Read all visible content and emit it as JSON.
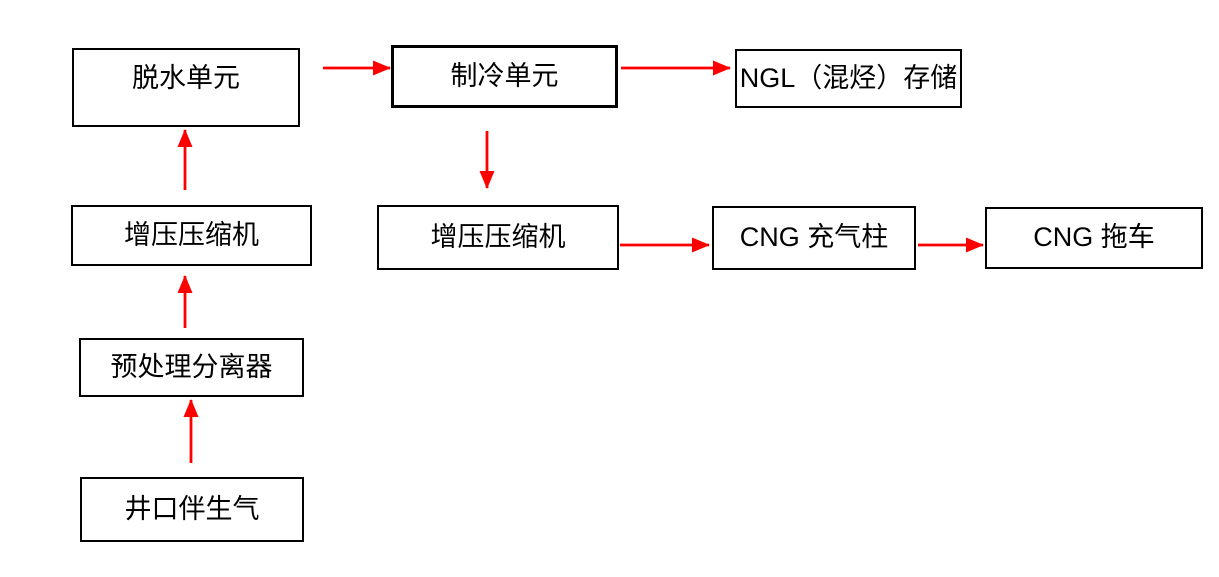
{
  "diagram": {
    "background_color": "#FFFFFF",
    "box_border_color": "#000000",
    "box_fill_color": "#FFFFFF",
    "text_color": "#000000",
    "arrow_color": "#FF0000",
    "nodes": [
      {
        "id": "wellhead-gas",
        "label": "井口伴生气"
      },
      {
        "id": "pretreatment-separator",
        "label": "预处理分离器"
      },
      {
        "id": "booster-compressor-1",
        "label": "增压压缩机"
      },
      {
        "id": "dehydration-unit",
        "label": "脱水单元"
      },
      {
        "id": "refrigeration-unit",
        "label": "制冷单元"
      },
      {
        "id": "ngl-storage",
        "label": "NGL（混烃）存储"
      },
      {
        "id": "booster-compressor-2",
        "label": "增压压缩机"
      },
      {
        "id": "cng-filling-column",
        "label": "CNG 充气柱"
      },
      {
        "id": "cng-trailer",
        "label": "CNG 拖车"
      }
    ],
    "edges": [
      {
        "from": "wellhead-gas",
        "to": "pretreatment-separator",
        "direction": "up"
      },
      {
        "from": "pretreatment-separator",
        "to": "booster-compressor-1",
        "direction": "up"
      },
      {
        "from": "booster-compressor-1",
        "to": "dehydration-unit",
        "direction": "up"
      },
      {
        "from": "dehydration-unit",
        "to": "refrigeration-unit",
        "direction": "right"
      },
      {
        "from": "refrigeration-unit",
        "to": "ngl-storage",
        "direction": "right"
      },
      {
        "from": "refrigeration-unit",
        "to": "booster-compressor-2",
        "direction": "down"
      },
      {
        "from": "booster-compressor-2",
        "to": "cng-filling-column",
        "direction": "right"
      },
      {
        "from": "cng-filling-column",
        "to": "cng-trailer",
        "direction": "right"
      }
    ]
  }
}
